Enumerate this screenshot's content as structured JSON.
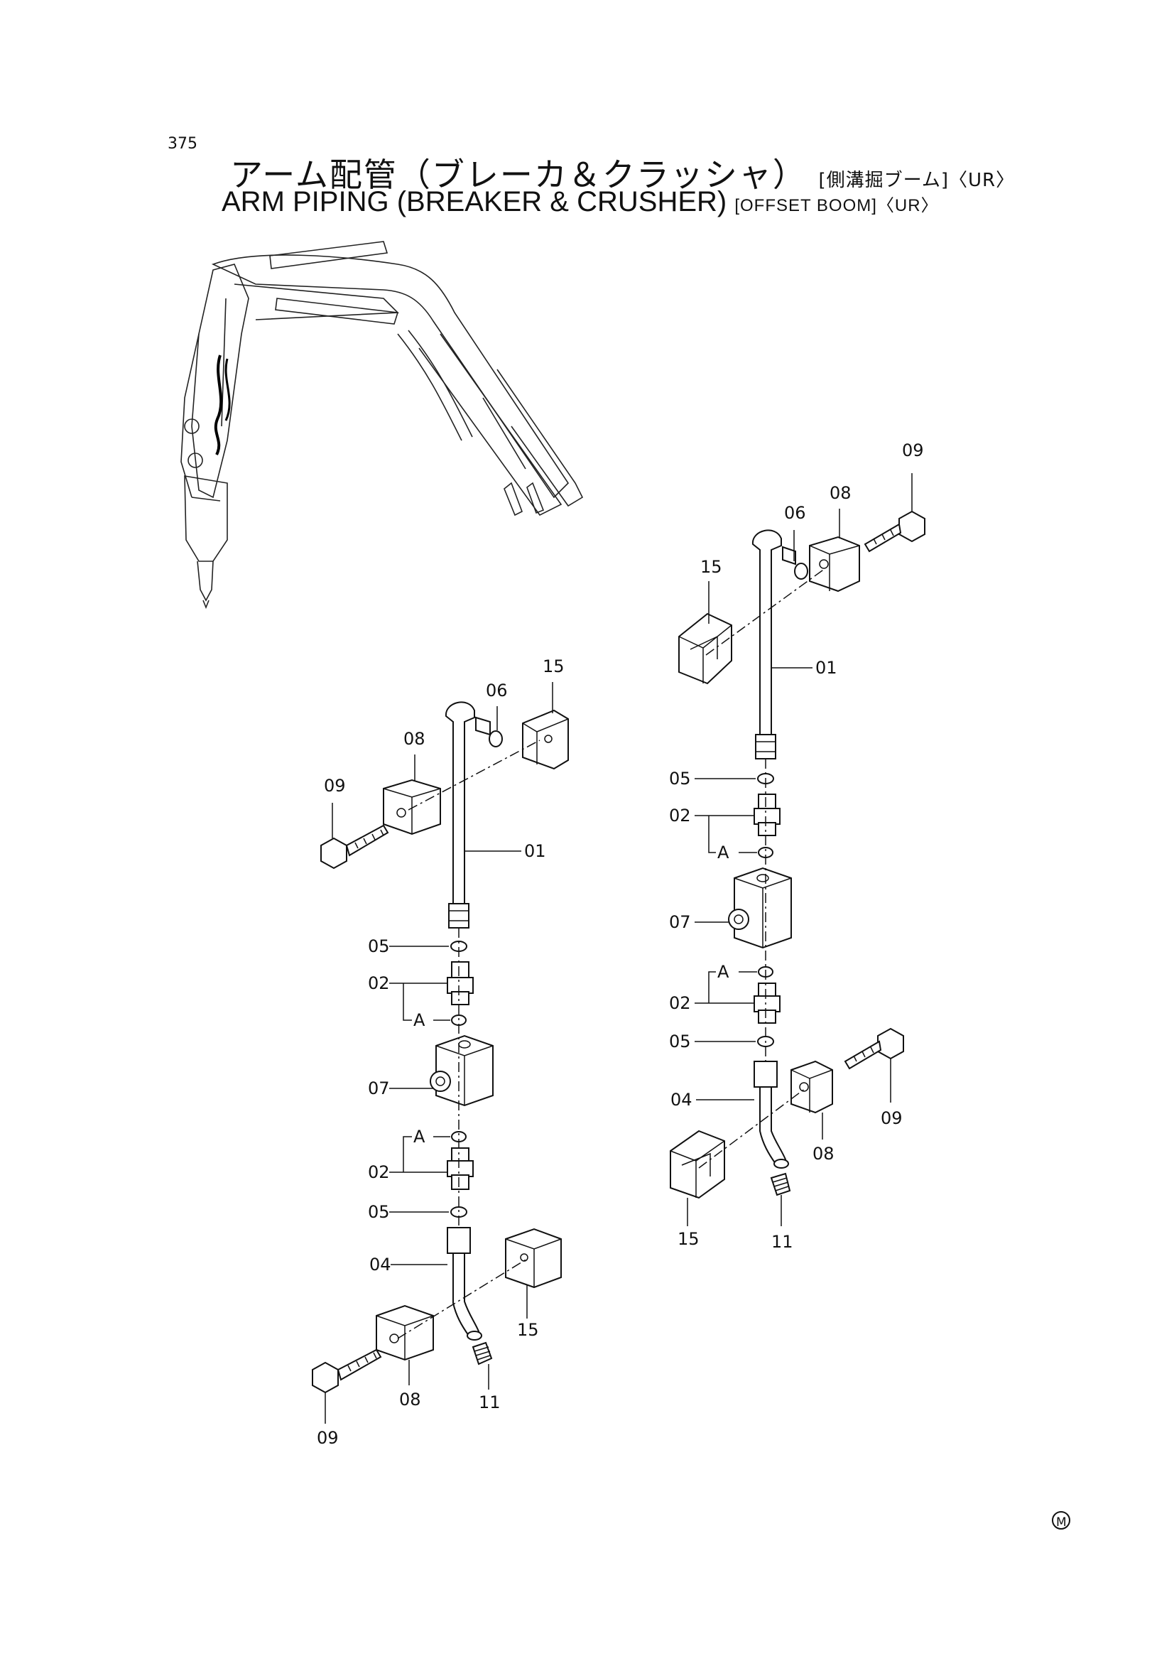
{
  "page_number": "375",
  "title": {
    "jp_main": "アーム配管（ブレーカ＆クラッシャ）",
    "jp_sub": "[側溝掘ブーム]〈UR〉",
    "en_main": "ARM PIPING (BREAKER & CRUSHER)",
    "en_sub": "[OFFSET BOOM]〈UR〉"
  },
  "mark": "M",
  "callouts": {
    "left": {
      "p09a": "09",
      "p08a": "08",
      "p06": "06",
      "p15a": "15",
      "p01": "01",
      "p05a": "05",
      "p02a": "02",
      "a1": "A",
      "p07": "07",
      "a2": "A",
      "p02b": "02",
      "p05b": "05",
      "p04": "04",
      "p15b": "15",
      "p08b": "08",
      "p11": "11",
      "p09b": "09"
    },
    "right": {
      "p09a": "09",
      "p08a": "08",
      "p06": "06",
      "p15a": "15",
      "p01": "01",
      "p05a": "05",
      "p02a": "02",
      "a1": "A",
      "p07": "07",
      "a2": "A",
      "p02b": "02",
      "p05b": "05",
      "p04": "04",
      "p09b": "09",
      "p08b": "08",
      "p15b": "15",
      "p11": "11"
    }
  }
}
